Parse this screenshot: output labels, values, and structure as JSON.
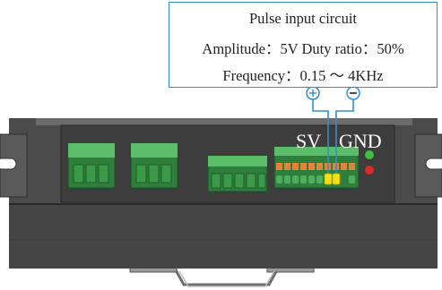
{
  "callout": {
    "line1": "Pulse input circuit",
    "line2": "Amplitude：5V Duty ratio：50%",
    "line3": "Frequency：0.15 ～ 4KHz",
    "plus_symbol": "+",
    "minus_symbol": "-",
    "border_color": "#2e8fd6"
  },
  "labels": {
    "sv": "SV",
    "gnd": "GND"
  },
  "colors": {
    "housing": "#4b4b4b",
    "front_panel": "#3d3d3d",
    "terminal_green": "#4fae5e",
    "terminal_orange": "#e8823a",
    "pin_yellow": "#f2e01b",
    "led_green": "#3fbf3f",
    "led_red": "#e02828"
  }
}
